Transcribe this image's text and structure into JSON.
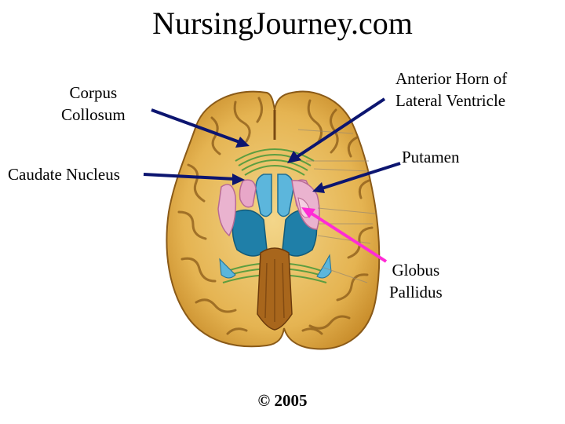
{
  "title": "NursingJourney.com",
  "labels": {
    "corpus_callosum": [
      "Corpus",
      "Collosum"
    ],
    "anterior_horn": [
      "Anterior Horn of",
      "Lateral Ventricle"
    ],
    "caudate_nucleus": [
      "Caudate Nucleus"
    ],
    "putamen": [
      "Putamen"
    ],
    "globus_pallidus": [
      "Globus",
      "Pallidus"
    ]
  },
  "copyright": "© 2005",
  "colors": {
    "arrow": "#0c1570",
    "globus_arrow": "#ff2bd6",
    "brain_matter": "#d9a23a",
    "brain_light": "#f0cf7a",
    "ventricle": "#1f7fa8",
    "ventricle_light": "#5cb6dc",
    "basal_ganglia": "#e8a7c8",
    "white_matter_fibers": "#4e9a3c"
  }
}
